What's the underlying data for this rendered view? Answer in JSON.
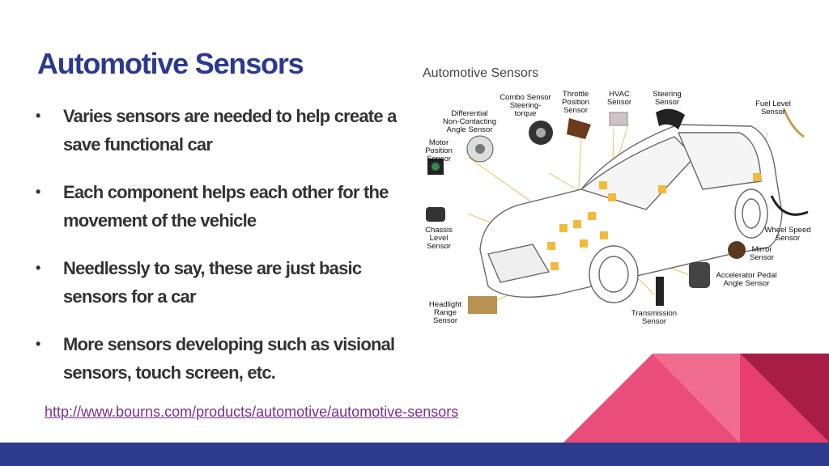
{
  "slide": {
    "title": "Automotive Sensors",
    "bullets": [
      "Varies sensors are needed to help create a save functional car",
      "Each component helps each other for the movement of the vehicle",
      "Needlessly to say, these are just basic sensors for a car",
      "More sensors developing such as visional sensors, touch screen, etc."
    ],
    "source_link": "http://www.bourns.com/products/automotive/automotive-sensors"
  },
  "diagram": {
    "title": "Automotive Sensors",
    "labels": {
      "combo": "Combo Sensor\nSteering-\ntorque",
      "throttle": "Throttle\nPosition\nSensor",
      "hvac": "HVAC\nSensor",
      "steering": "Steering\nSensor",
      "fuel": "Fuel Level\nSensor",
      "differential": "Differential\nNon-Contacting\nAngle Sensor",
      "motor": "Motor\nPosition\nSensor",
      "chassis": "Chassis\nLevel\nSensor",
      "wheel": "Wheel Speed\nSensor",
      "mirror": "Mirror\nSensor",
      "accelerator": "Accelerator Pedal\nAngle Sensor",
      "headlight": "Headlight\nRange\nSensor",
      "transmission": "Transmission\nSensor"
    }
  },
  "colors": {
    "title": "#2b3a8f",
    "bar": "#2d3b8e",
    "link": "#7b2d8e",
    "accent_pink": "#e83e6d",
    "accent_light": "#f06d8f",
    "accent_dark": "#a81d45"
  }
}
